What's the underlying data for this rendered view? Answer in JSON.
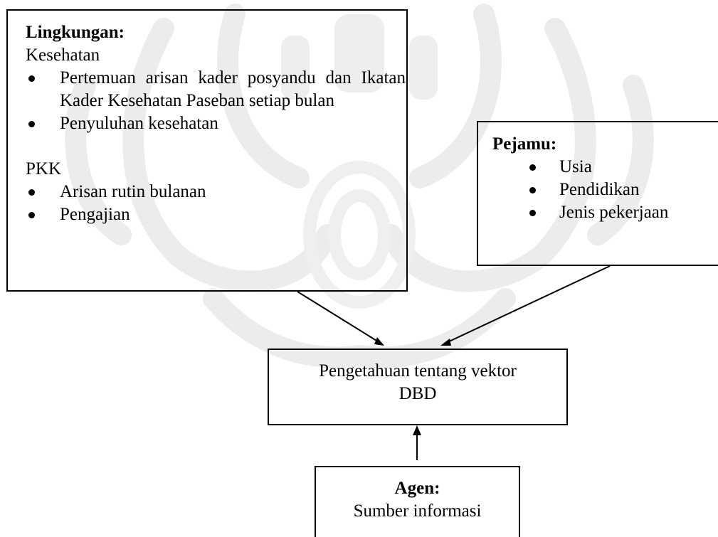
{
  "lingkungan": {
    "title": "Lingkungan:",
    "kesehatan_label": "Kesehatan",
    "kesehatan_items": [
      "Pertemuan arisan kader posyandu dan Ikatan Kader Kesehatan Paseban setiap bulan",
      "Penyuluhan kesehatan"
    ],
    "pkk_label": "PKK",
    "pkk_items": [
      "Arisan rutin bulanan",
      "Pengajian"
    ]
  },
  "pejamu": {
    "title": "Pejamu:",
    "items": [
      "Usia",
      "Pendidikan",
      "Jenis pekerjaan"
    ]
  },
  "pengetahuan": {
    "line1": "Pengetahuan tentang vektor",
    "line2": "DBD"
  },
  "agen": {
    "title": "Agen:",
    "subtitle": "Sumber informasi"
  }
}
